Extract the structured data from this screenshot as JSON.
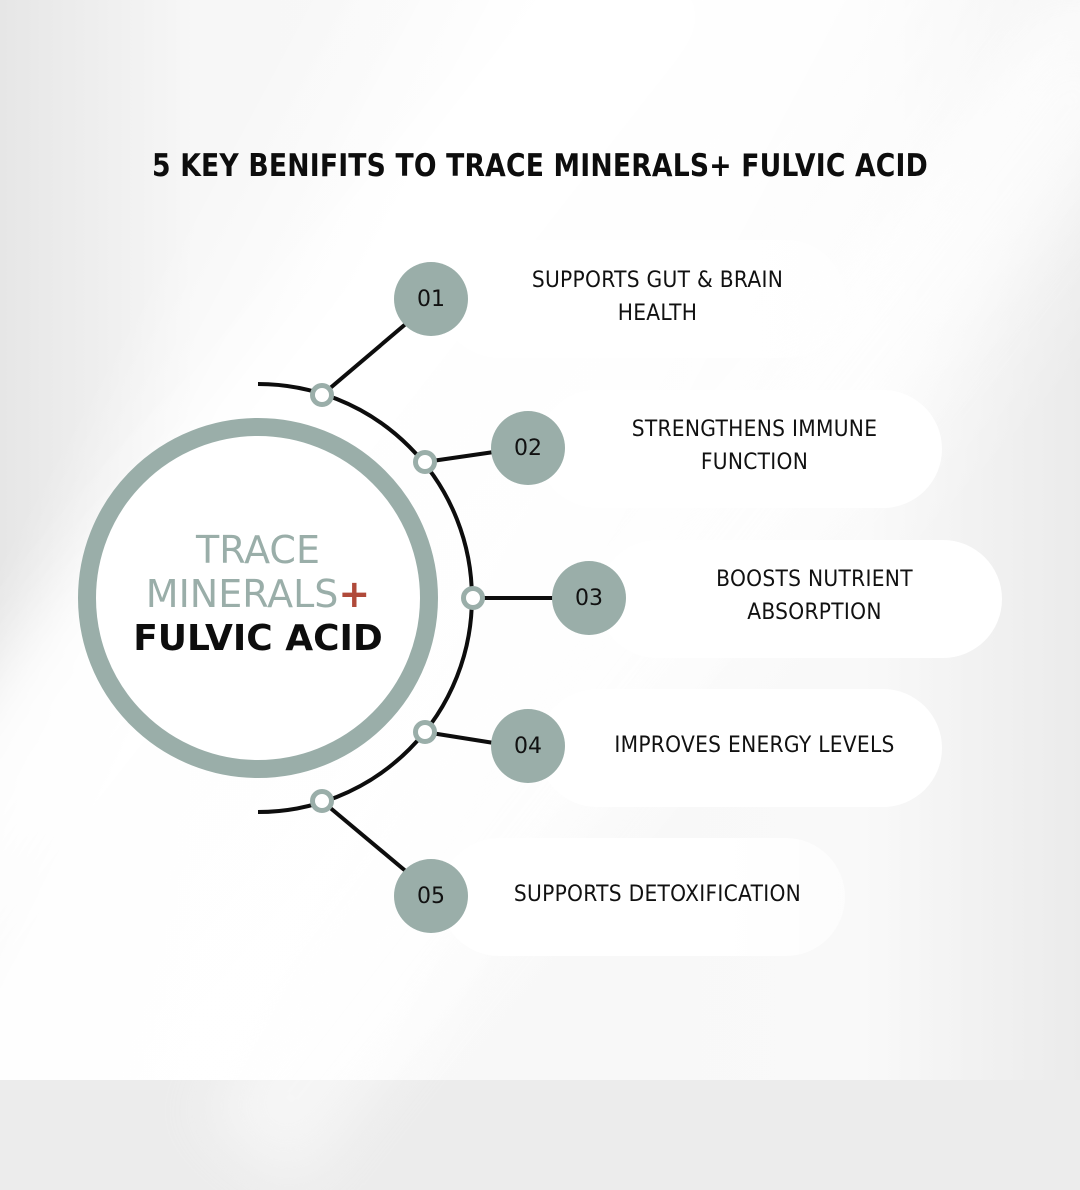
{
  "title": "5 KEY BENIFITS TO TRACE MINERALS+ FULVIC ACID",
  "center": {
    "line1": "TRACE",
    "line2": "MINERALS",
    "plus": "+",
    "line3": "FULVIC ACID"
  },
  "colors": {
    "accent_sage": "#9aaea9",
    "plus_red": "#b04a3a",
    "text": "#111111",
    "pill": "#ffffff",
    "background": "#ececec"
  },
  "benefits": [
    {
      "number": "01",
      "line1": "SUPPORTS GUT & BRAIN",
      "line2": "HEALTH"
    },
    {
      "number": "02",
      "line1": "STRENGTHENS IMMUNE",
      "line2": "FUNCTION"
    },
    {
      "number": "03",
      "line1": "BOOSTS NUTRIENT",
      "line2": "ABSORPTION"
    },
    {
      "number": "04",
      "line1": "IMPROVES ENERGY LEVELS",
      "line2": ""
    },
    {
      "number": "05",
      "line1": "SUPPORTS DETOXIFICATION",
      "line2": ""
    }
  ]
}
